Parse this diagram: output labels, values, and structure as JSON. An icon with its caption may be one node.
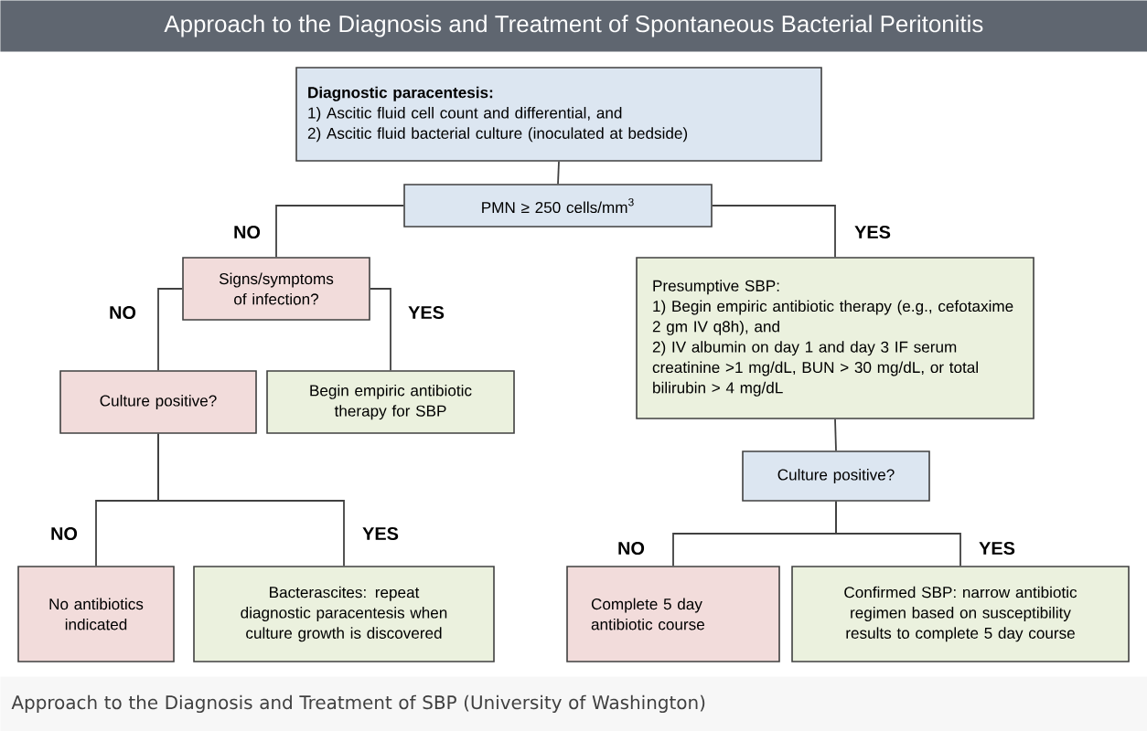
{
  "diagram": {
    "title": "Approach to the Diagnosis and Treatment of Spontaneous Bacterial Peritonitis",
    "caption": "Approach to the Diagnosis and Treatment of SBP (University of Washington)",
    "nodes": [
      {
        "text": [
          "Diagnostic paracentesis:",
          "1) Ascitic fluid cell count and differential, and",
          "2) Ascitic fluid bacterial culture (inoculated at bedside)"
        ]
      },
      {
        "text": [
          "PMN ≥ 250 cells/mm$^{3}$"
        ]
      },
      {
        "text": [
          "Signs/symptoms of infection?"
        ]
      },
      {
        "text": [
          "Presumptive SBP:",
          "1) Begin empiric antibiotic therapy (e.g., cefotaxime 2 gm IV q8h), and",
          "2) IV albumin on day 1 and day 3 IF serum creatinine >1 mg/dL, BUN > 30 mg/dL, or total bilirubin > 4 mg/dL"
        ]
      },
      {
        "text": [
          "Culture positive?"
        ]
      },
      {
        "text": [
          "Begin empiric antibiotic therapy for SBP"
        ]
      },
      {
        "text": [
          "Culture positive?"
        ]
      },
      {
        "text": [
          "No antibiotics indicated"
        ]
      },
      {
        "text": [
          "Bacterascites: repeat diagnostic paracentesis when culture growth is discovered"
        ]
      },
      {
        "text": [
          "Complete 5 day antibiotic course"
        ]
      },
      {
        "text": [
          "Confirmed SBP: narrow antibiotic regimen based on susceptibility results to complete 5 day course"
        ]
      }
    ],
    "edges": [
      {
        "from": 0,
        "to": 1,
        "arrow": "none"
      },
      {
        "from": 1,
        "to": 2,
        "arrow": "none",
        "label": "NO"
      },
      {
        "from": 1,
        "to": 3,
        "arrow": "none",
        "label": "YES"
      },
      {
        "from": 2,
        "to": 4,
        "arrow": "none",
        "label": "NO"
      },
      {
        "from": 2,
        "to": 5,
        "arrow": "none",
        "label": "YES"
      },
      {
        "from": 4,
        "to": 7,
        "arrow": "none",
        "label": "NO"
      },
      {
        "from": 4,
        "to": 8,
        "arrow": "none",
        "label": "YES"
      },
      {
        "from": 3,
        "to": 6,
        "arrow": "none"
      },
      {
        "from": 6,
        "to": 9,
        "arrow": "none",
        "label": "NO"
      },
      {
        "from": 6,
        "to": 10,
        "arrow": "none",
        "label": "YES"
      }
    ]
  }
}
